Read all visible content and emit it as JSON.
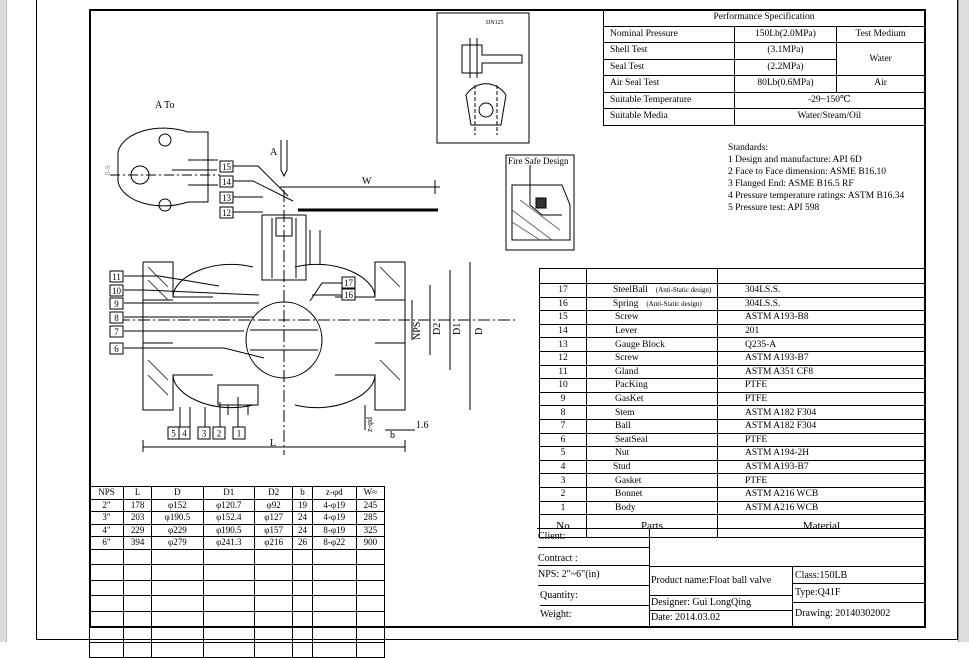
{
  "perf": {
    "title": "Performance Specification",
    "rows": [
      {
        "label": "Nominal Pressure",
        "value": "150Lb(2.0MPa)",
        "extra": "Test Medium"
      },
      {
        "label": "Shell Test",
        "value": "(3.1MPa)",
        "extra": "Water"
      },
      {
        "label": "Seal Test",
        "value": "(2.2MPa)"
      },
      {
        "label": "Air Seal Test",
        "value": "80Lb(0.6MPa)",
        "extra": "Air"
      },
      {
        "label": "Suitable Temperature",
        "value": "-29~150℃"
      },
      {
        "label": "Suitable Media",
        "value": "Water/Steam/Oil"
      }
    ]
  },
  "standards": {
    "title": "Standards:",
    "items": [
      "1 Design and manufacture: API 6D",
      "2 Face to Face dimension: ASME B16.10",
      "3 Flanged End: ASME  B16.5 RF",
      "4 Pressure temperature ratings: ASTM B16.34",
      "5 Pressure test: API 598"
    ]
  },
  "parts": {
    "rows": [
      {
        "no": "17",
        "name": "SteelBall",
        "note": "(Anti-Static design)",
        "material": "304LS.S."
      },
      {
        "no": "16",
        "name": "Spring",
        "note": "(Anti-Static design)",
        "material": "304LS.S."
      },
      {
        "no": "15",
        "name": "Screw",
        "material": "ASTM A193-B8"
      },
      {
        "no": "14",
        "name": "Lever",
        "material": "201"
      },
      {
        "no": "13",
        "name": "Gauge Block",
        "material": "Q235-A"
      },
      {
        "no": "12",
        "name": "Screw",
        "material": "ASTM A193-B7"
      },
      {
        "no": "11",
        "name": "Gland",
        "material": "ASTM A351 CF8"
      },
      {
        "no": "10",
        "name": "PacKing",
        "material": "PTFE"
      },
      {
        "no": "9",
        "name": "GasKet",
        "material": "PTFE"
      },
      {
        "no": "8",
        "name": "Stem",
        "material": "ASTM A182 F304"
      },
      {
        "no": "7",
        "name": "Ball",
        "material": "ASTM A182 F304"
      },
      {
        "no": "6",
        "name": "SeatSeal",
        "material": "PTFE"
      },
      {
        "no": "5",
        "name": "Nut",
        "material": "ASTM A194-2H"
      },
      {
        "no": "4",
        "name": "Stud",
        "material": "ASTM A193-B7"
      },
      {
        "no": "3",
        "name": "Gasket",
        "material": "PTFE"
      },
      {
        "no": "2",
        "name": "Bonnet",
        "material": "ASTM A216 WCB"
      },
      {
        "no": "1",
        "name": "Body",
        "material": "ASTM A216 WCB"
      }
    ],
    "header": {
      "no": "No",
      "parts": "Parts",
      "material": "Material"
    }
  },
  "dims": {
    "headers": [
      "NPS",
      "L",
      "D",
      "D1",
      "D2",
      "b",
      "z-φd",
      "W≈"
    ],
    "rows": [
      [
        "2\"",
        "178",
        "φ152",
        "φ120.7",
        "φ92",
        "19",
        "4-φ19",
        "245"
      ],
      [
        "3\"",
        "203",
        "φ190.5",
        "φ152.4",
        "φ127",
        "24",
        "4-φ19",
        "285"
      ],
      [
        "4\"",
        "229",
        "φ229",
        "φ190.5",
        "φ157",
        "24",
        "8-φ19",
        "325"
      ],
      [
        "6\"",
        "394",
        "φ279",
        "φ241.3",
        "φ216",
        "26",
        "8-φ22",
        "900"
      ]
    ]
  },
  "titleblock": {
    "client": "Client:",
    "contract": "Contract :",
    "nps": "NPS: 2\"~6\"(in)",
    "quantity": "Quantity:",
    "weight": "Weight:",
    "product": "Product name:Float ball valve",
    "designer": "Designer: Gui LongQing",
    "date": "Date:  2014.03.02",
    "class": "Class:150LB",
    "type": "Type:Q41F",
    "drawing": "Drawing:  20140302002"
  },
  "drawing": {
    "view_a": "A To",
    "fire_safe": "Fire Safe Design",
    "dn_label": "DN125",
    "os_label": "0-S",
    "dim_a": "A",
    "dim_w": "W",
    "dim_l": "L",
    "dim_b": "b",
    "dim_16": "1.6",
    "dim_nps": "NPS",
    "dim_d2": "D2",
    "dim_d1": "D1",
    "dim_d": "D",
    "dim_zd": "z-φd",
    "callouts_left": [
      "11",
      "10",
      "9",
      "8",
      "7",
      "6"
    ],
    "callouts_view": [
      "15",
      "14",
      "13",
      "12"
    ],
    "callouts_right": [
      "17",
      "16"
    ],
    "callouts_bottom": [
      "5",
      "4",
      "3",
      "2",
      "1"
    ]
  }
}
